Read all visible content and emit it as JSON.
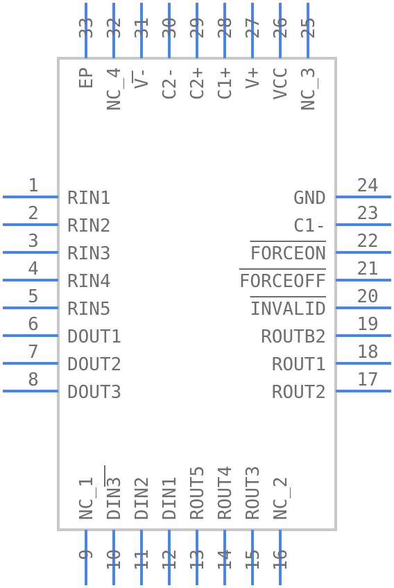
{
  "pins": {
    "left": [
      {
        "num": "1",
        "name": "RIN1"
      },
      {
        "num": "2",
        "name": "RIN2"
      },
      {
        "num": "3",
        "name": "RIN3"
      },
      {
        "num": "4",
        "name": "RIN4"
      },
      {
        "num": "5",
        "name": "RIN5"
      },
      {
        "num": "6",
        "name": "DOUT1"
      },
      {
        "num": "7",
        "name": "DOUT2"
      },
      {
        "num": "8",
        "name": "DOUT3"
      }
    ],
    "right": [
      {
        "num": "24",
        "name": "GND"
      },
      {
        "num": "23",
        "name": "C1-"
      },
      {
        "num": "22",
        "name": "FORCEON"
      },
      {
        "num": "21",
        "name": "FORCEOFF"
      },
      {
        "num": "20",
        "name": "INVALID"
      },
      {
        "num": "19",
        "name": "ROUTB2"
      },
      {
        "num": "18",
        "name": "ROUT1"
      },
      {
        "num": "17",
        "name": "ROUT2"
      }
    ],
    "top": [
      {
        "num": "33",
        "name": "EP"
      },
      {
        "num": "32",
        "name": "NC_4"
      },
      {
        "num": "31",
        "name": "V-"
      },
      {
        "num": "30",
        "name": "C2-"
      },
      {
        "num": "29",
        "name": "C2+"
      },
      {
        "num": "28",
        "name": "C1+"
      },
      {
        "num": "27",
        "name": "V+"
      },
      {
        "num": "26",
        "name": "VCC"
      },
      {
        "num": "25",
        "name": "NC_3"
      }
    ],
    "bottom": [
      {
        "num": "9",
        "name": "NC_1"
      },
      {
        "num": "10",
        "name": "DIN3"
      },
      {
        "num": "11",
        "name": "DIN2"
      },
      {
        "num": "12",
        "name": "DIN1"
      },
      {
        "num": "13",
        "name": "ROUT5"
      },
      {
        "num": "14",
        "name": "ROUT4"
      },
      {
        "num": "15",
        "name": "ROUT3"
      },
      {
        "num": "16",
        "name": "NC_2"
      }
    ]
  },
  "colors": {
    "pin_line": "#4a86e8",
    "body_outline": "#c8c8c8",
    "text": "#6e6e6e"
  }
}
